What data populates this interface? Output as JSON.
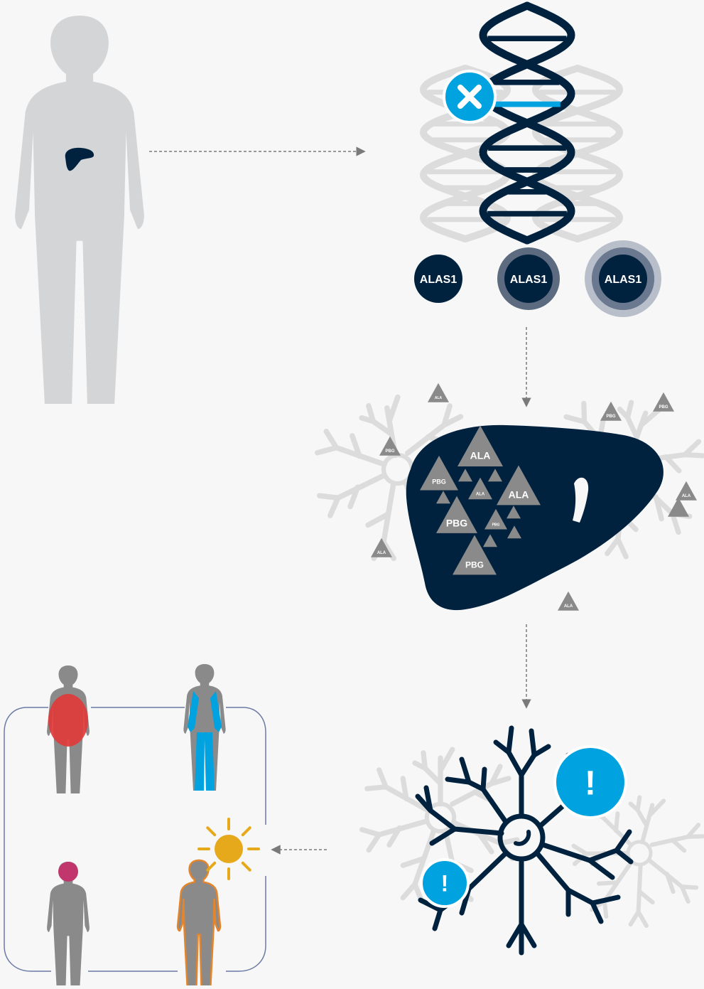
{
  "colors": {
    "background": "#f7f7f7",
    "navy": "#00223f",
    "accent_blue": "#00a3e0",
    "silhouette_gray": "#d4d5d6",
    "light_outline": "#dcdcdc",
    "triangle_gray": "#8a8a8a",
    "red": "#e03a3a",
    "magenta": "#c0366d",
    "orange": "#e3852d",
    "sun_yellow": "#e5a91b",
    "frame_line": "#6c7aa6"
  },
  "icons": {
    "gene_mutation": "x-icon",
    "alert": "exclamation-icon",
    "sun": "sun-icon"
  },
  "enzymes": [
    {
      "label": "ALAS1",
      "rings": 0
    },
    {
      "label": "ALAS1",
      "rings": 1
    },
    {
      "label": "ALAS1",
      "rings": 2
    }
  ],
  "liver_triangles": {
    "large": [
      {
        "label": "ALA"
      },
      {
        "label": "PBG"
      },
      {
        "label": "ALA"
      },
      {
        "label": "PBG"
      },
      {
        "label": "PBG"
      }
    ],
    "small": [
      {
        "label": "ALA"
      },
      {
        "label": "PBG"
      }
    ]
  },
  "scattered_triangles": [
    {
      "label": "ALA"
    },
    {
      "label": "PBG"
    },
    {
      "label": "PBG"
    },
    {
      "label": "PBG"
    },
    {
      "label": "ALA"
    },
    {
      "label": "ALA"
    },
    {
      "label": "ALA"
    }
  ],
  "alerts": [
    {
      "symbol": "!"
    },
    {
      "symbol": "!"
    }
  ]
}
